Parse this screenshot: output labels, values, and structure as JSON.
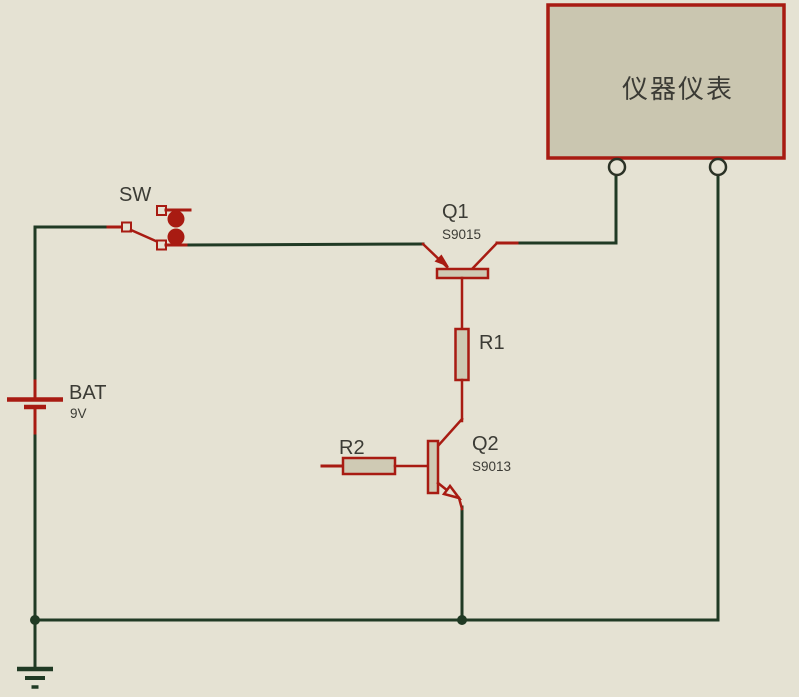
{
  "colors": {
    "background": "#e5e2d3",
    "wire_green": "#203a24",
    "component_red": "#a81b12",
    "symbol_fill": "#cfcab4",
    "box_fill": "#cac6b0",
    "label_text": "#3b3b35",
    "terminal_stroke": "#2b3226"
  },
  "components": {
    "switch": {
      "ref": "SW"
    },
    "battery": {
      "ref": "BAT",
      "value": "9V"
    },
    "q1": {
      "ref": "Q1",
      "part": "S9015"
    },
    "q2": {
      "ref": "Q2",
      "part": "S9013"
    },
    "r1": {
      "ref": "R1"
    },
    "r2": {
      "ref": "R2"
    },
    "instrument_box": {
      "label": "仪器仪表"
    }
  }
}
